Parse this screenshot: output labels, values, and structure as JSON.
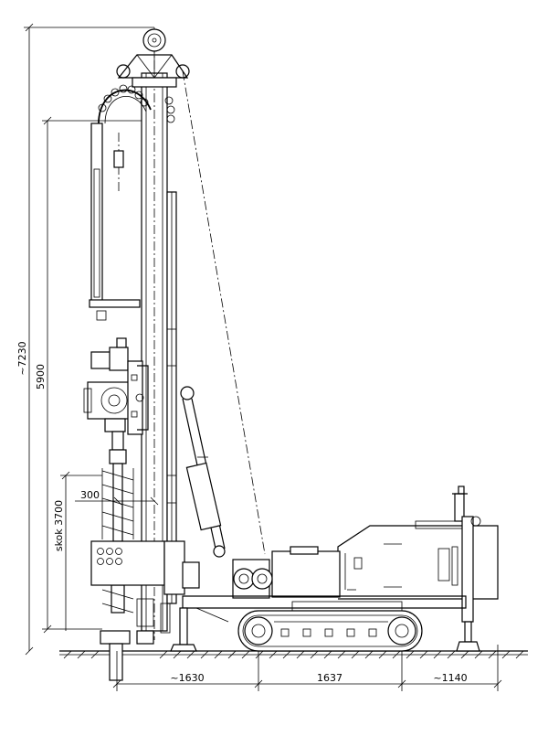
{
  "dimensions": {
    "total_height": "~7230",
    "mast_height": "5900",
    "stroke": "skok 3700",
    "offset": "300",
    "front_overhang": "~1630",
    "track_length": "1637",
    "rear_overhang": "~1140"
  }
}
